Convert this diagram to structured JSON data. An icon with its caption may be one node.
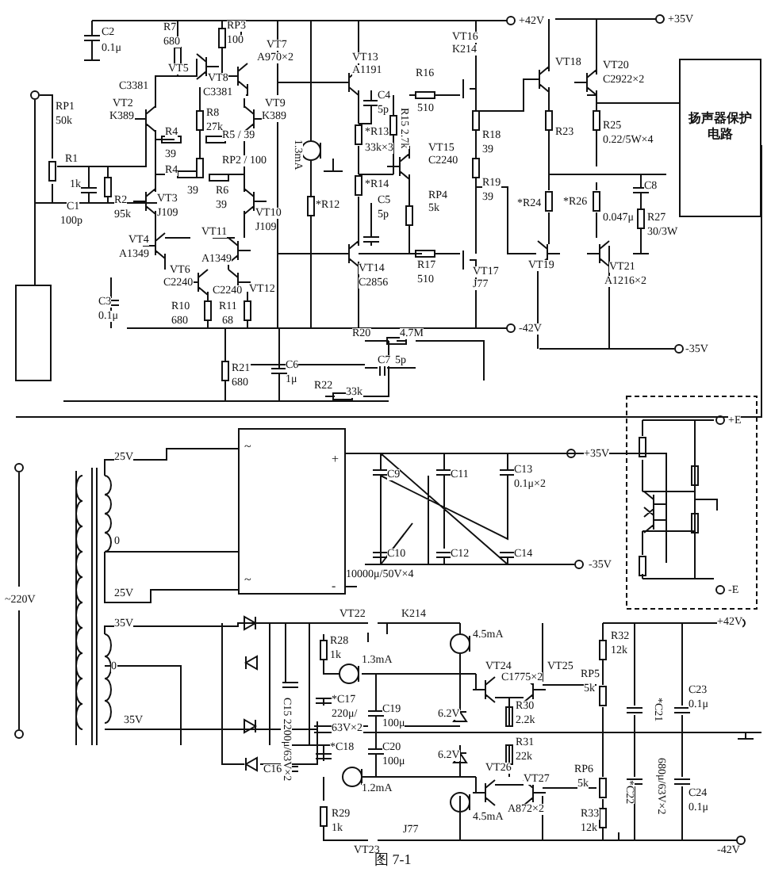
{
  "diagram": {
    "caption": "图 7-1",
    "nodes": [
      {
        "text": [
          "扬声器保护电路"
        ]
      },
      {
        "text": [
          "~",
          "+",
          "~",
          "-"
        ]
      }
    ],
    "labels": [
      "C2",
      "0.1μ",
      "R7",
      "680",
      "RP3",
      "100",
      "VT7",
      "A970×2",
      "VT5",
      "VT8",
      "C3381",
      "C3381",
      "VT2",
      "K389",
      "R8",
      "27k",
      "VT9",
      "K389",
      "RP1",
      "50k",
      "R4",
      "R5 / 39",
      "39",
      "RP2 / 100",
      "1.3mA",
      "R1",
      "1k",
      "R4",
      "39",
      "R6",
      "39",
      "VT3",
      "J109",
      "VT10",
      "J109",
      "C1",
      "100p",
      "R2",
      "95k",
      "VT11",
      "VT4",
      "A1349",
      "A1349",
      "VT6",
      "C2240",
      "C2240",
      "VT12",
      "C3",
      "0.1μ",
      "R10",
      "680",
      "R11",
      "68",
      "VT13",
      "A1191",
      "C4",
      "5p",
      "*R13",
      "33k×3",
      "R15 2.7k",
      "*R12",
      "*R14",
      "C5",
      "5p",
      "VT14",
      "C2856",
      "+42V",
      "VT16",
      "K214",
      "R16",
      "510",
      "VT15",
      "C2240",
      "R18",
      "39",
      "RP4",
      "5k",
      "R19",
      "39",
      "R17",
      "510",
      "VT17",
      "J77",
      "-42V",
      "+35V",
      "VT18",
      "VT20",
      "C2922×2",
      "R25",
      "0.22/5W×4",
      "R23",
      "*R24",
      "*R26",
      "C8",
      "0.047μ",
      "R27",
      "30/3W",
      "VT19",
      "VT21",
      "A1216×2",
      "-35V",
      "R20",
      "4.7M",
      "R21",
      "680",
      "C6",
      "1μ",
      "C7",
      "5p",
      "R22",
      "33k",
      "25V",
      "0",
      "25V",
      "~220V",
      "C9",
      "C11",
      "C13",
      "0.1μ×2",
      "+35V",
      "C10",
      "10000μ/50V×4",
      "C12",
      "C14",
      "-35V",
      "+E",
      "-E",
      "35V",
      "0",
      "35V",
      "VT22",
      "K214",
      "R28",
      "1k",
      "1.3mA",
      "C15 2200μ/63V×2",
      "*C17",
      "220μ/",
      "63V×2",
      "C19",
      "100μ",
      "C20",
      "100μ",
      "*C18",
      "C16",
      "1.2mA",
      "R29",
      "1k",
      "VT23",
      "J77",
      "4.5mA",
      "VT24",
      "VT25",
      "C1775×2",
      "R30",
      "2.2k",
      "6.2V",
      "6.2V",
      "R31",
      "22k",
      "VT26",
      "VT27",
      "A872×2",
      "4.5mA",
      "R32",
      "12k",
      "RP5",
      "5k",
      "RP6",
      "5k",
      "R33",
      "12k",
      "*C21",
      "*C22",
      "680μ/63V×2",
      "C23",
      "0.1μ",
      "C24",
      "0.1μ",
      "+42V",
      "-42V"
    ]
  }
}
